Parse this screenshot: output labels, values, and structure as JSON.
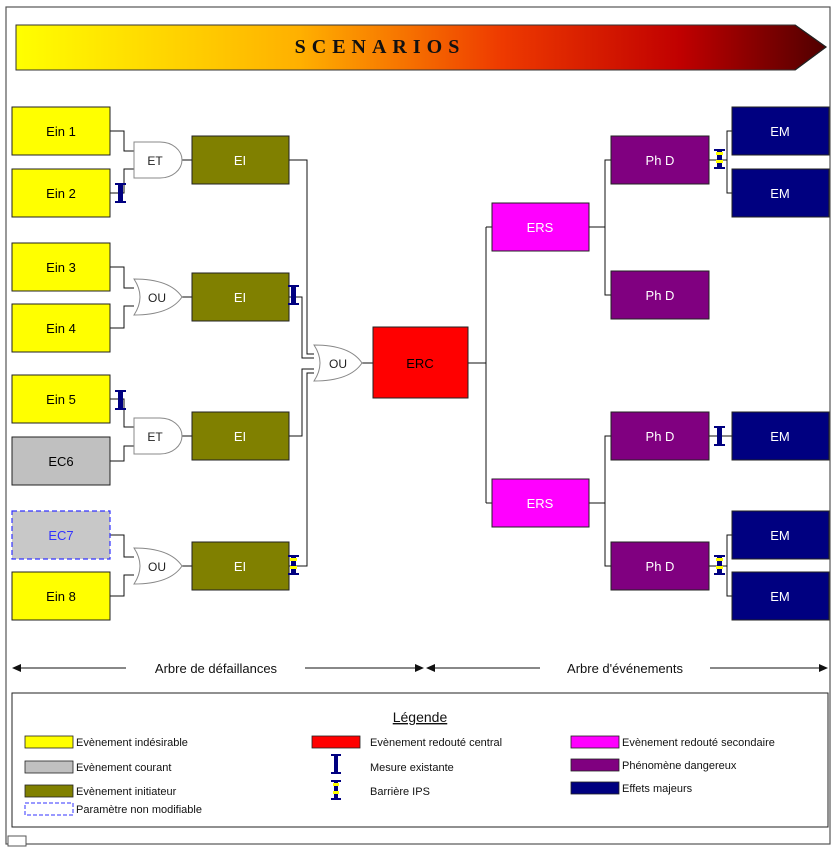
{
  "title": "SCENARIOS",
  "colors": {
    "yellow": "#ffff00",
    "grey": "#c0c0c0",
    "olive": "#808000",
    "red": "#ff0000",
    "magenta": "#ff00ff",
    "purple": "#800080",
    "navy": "#000080",
    "dashed_border": "#3333ff"
  },
  "initiating": [
    {
      "label": "Ein 1"
    },
    {
      "label": "Ein 2"
    },
    {
      "label": "Ein 3"
    },
    {
      "label": "Ein 4"
    },
    {
      "label": "Ein 5"
    },
    {
      "label": "EC6"
    },
    {
      "label": "EC7"
    },
    {
      "label": "Ein 8"
    }
  ],
  "gates": [
    {
      "label": "ET"
    },
    {
      "label": "OU"
    },
    {
      "label": "ET"
    },
    {
      "label": "OU"
    }
  ],
  "ei": [
    {
      "label": "EI"
    },
    {
      "label": "EI"
    },
    {
      "label": "EI"
    },
    {
      "label": "EI"
    }
  ],
  "central_gate": {
    "label": "OU"
  },
  "erc": {
    "label": "ERC"
  },
  "ers": [
    {
      "label": "ERS"
    },
    {
      "label": "ERS"
    }
  ],
  "phd": [
    {
      "label": "Ph D"
    },
    {
      "label": "Ph D"
    },
    {
      "label": "Ph D"
    },
    {
      "label": "Ph D"
    }
  ],
  "em": [
    {
      "label": "EM"
    },
    {
      "label": "EM"
    },
    {
      "label": "EM"
    },
    {
      "label": "EM"
    },
    {
      "label": "EM"
    }
  ],
  "axis": {
    "left": "Arbre de défaillances",
    "right": "Arbre d'événements"
  },
  "legend": {
    "title": "Légende",
    "items": [
      {
        "label": "Evènement indésirable"
      },
      {
        "label": "Evènement courant"
      },
      {
        "label": "Evènement initiateur"
      },
      {
        "label": "Paramètre non modifiable"
      },
      {
        "label": "Evènement redouté central"
      },
      {
        "label": "Mesure existante"
      },
      {
        "label": "Barrière IPS"
      },
      {
        "label": "Evènement redouté secondaire"
      },
      {
        "label": "Phénomène dangereux"
      },
      {
        "label": "Effets majeurs"
      }
    ]
  }
}
